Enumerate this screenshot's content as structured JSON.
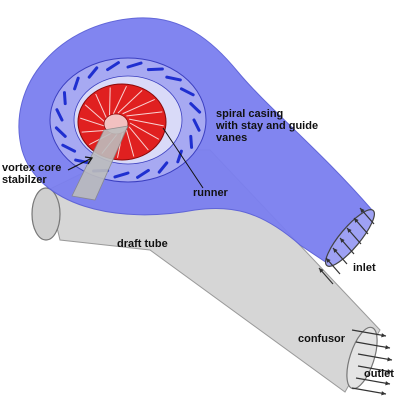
{
  "labels": {
    "spiral_casing": "spiral casing\nwith stay and guide\nvanes",
    "vortex_core": "vortex core\nstabilzer",
    "runner": "runner",
    "draft_tube": "draft tube",
    "inlet": "inlet",
    "confusor": "confusor",
    "outlet": "outlet"
  },
  "colors": {
    "spiral_casing": "#7b7ff0",
    "spiral_casing_edge": "#5a5fd8",
    "guide_vanes": "#1f2fd0",
    "runner": "#e02020",
    "runner_hub": "#f2c0c0",
    "draft_tube": "#d6d6d6",
    "draft_tube_edge": "#9a9a9a",
    "arrows": "#333333"
  }
}
